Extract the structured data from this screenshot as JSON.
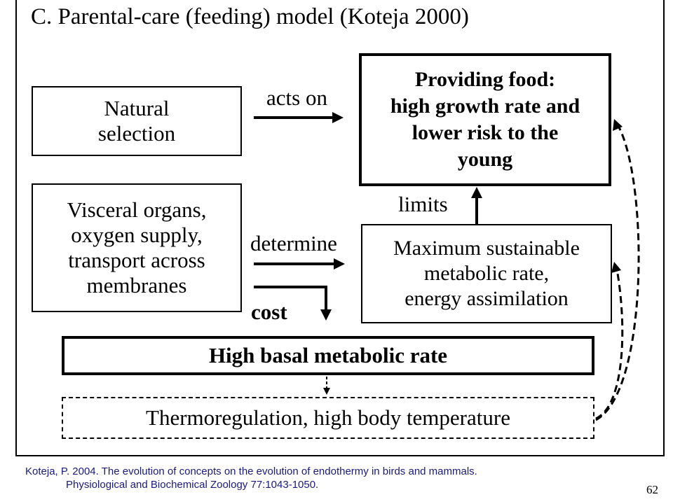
{
  "title": "C. Parental-care (feeding) model (Koteja 2000)",
  "boxes": {
    "natural_selection": [
      "Natural",
      "selection"
    ],
    "visceral": [
      "Visceral organs,",
      "oxygen supply,",
      "transport across",
      "membranes"
    ],
    "providing_food": [
      "Providing food:",
      "high growth rate and",
      "lower risk to the",
      "young"
    ],
    "maximum": [
      "Maximum sustainable",
      "metabolic rate,",
      "energy assimilation"
    ],
    "basal": "High basal metabolic rate",
    "thermo": "Thermoregulation, high body temperature"
  },
  "labels": {
    "acts_on": "acts on",
    "limits": "limits",
    "determine": "determine",
    "cost": "cost"
  },
  "citation": {
    "line1": "Koteja, P. 2004. The evolution of concepts on the evolution of endothermy in birds and mammals.",
    "line2": "Physiological and Biochemical Zoology 77:1043-1050."
  },
  "page_number": "62"
}
